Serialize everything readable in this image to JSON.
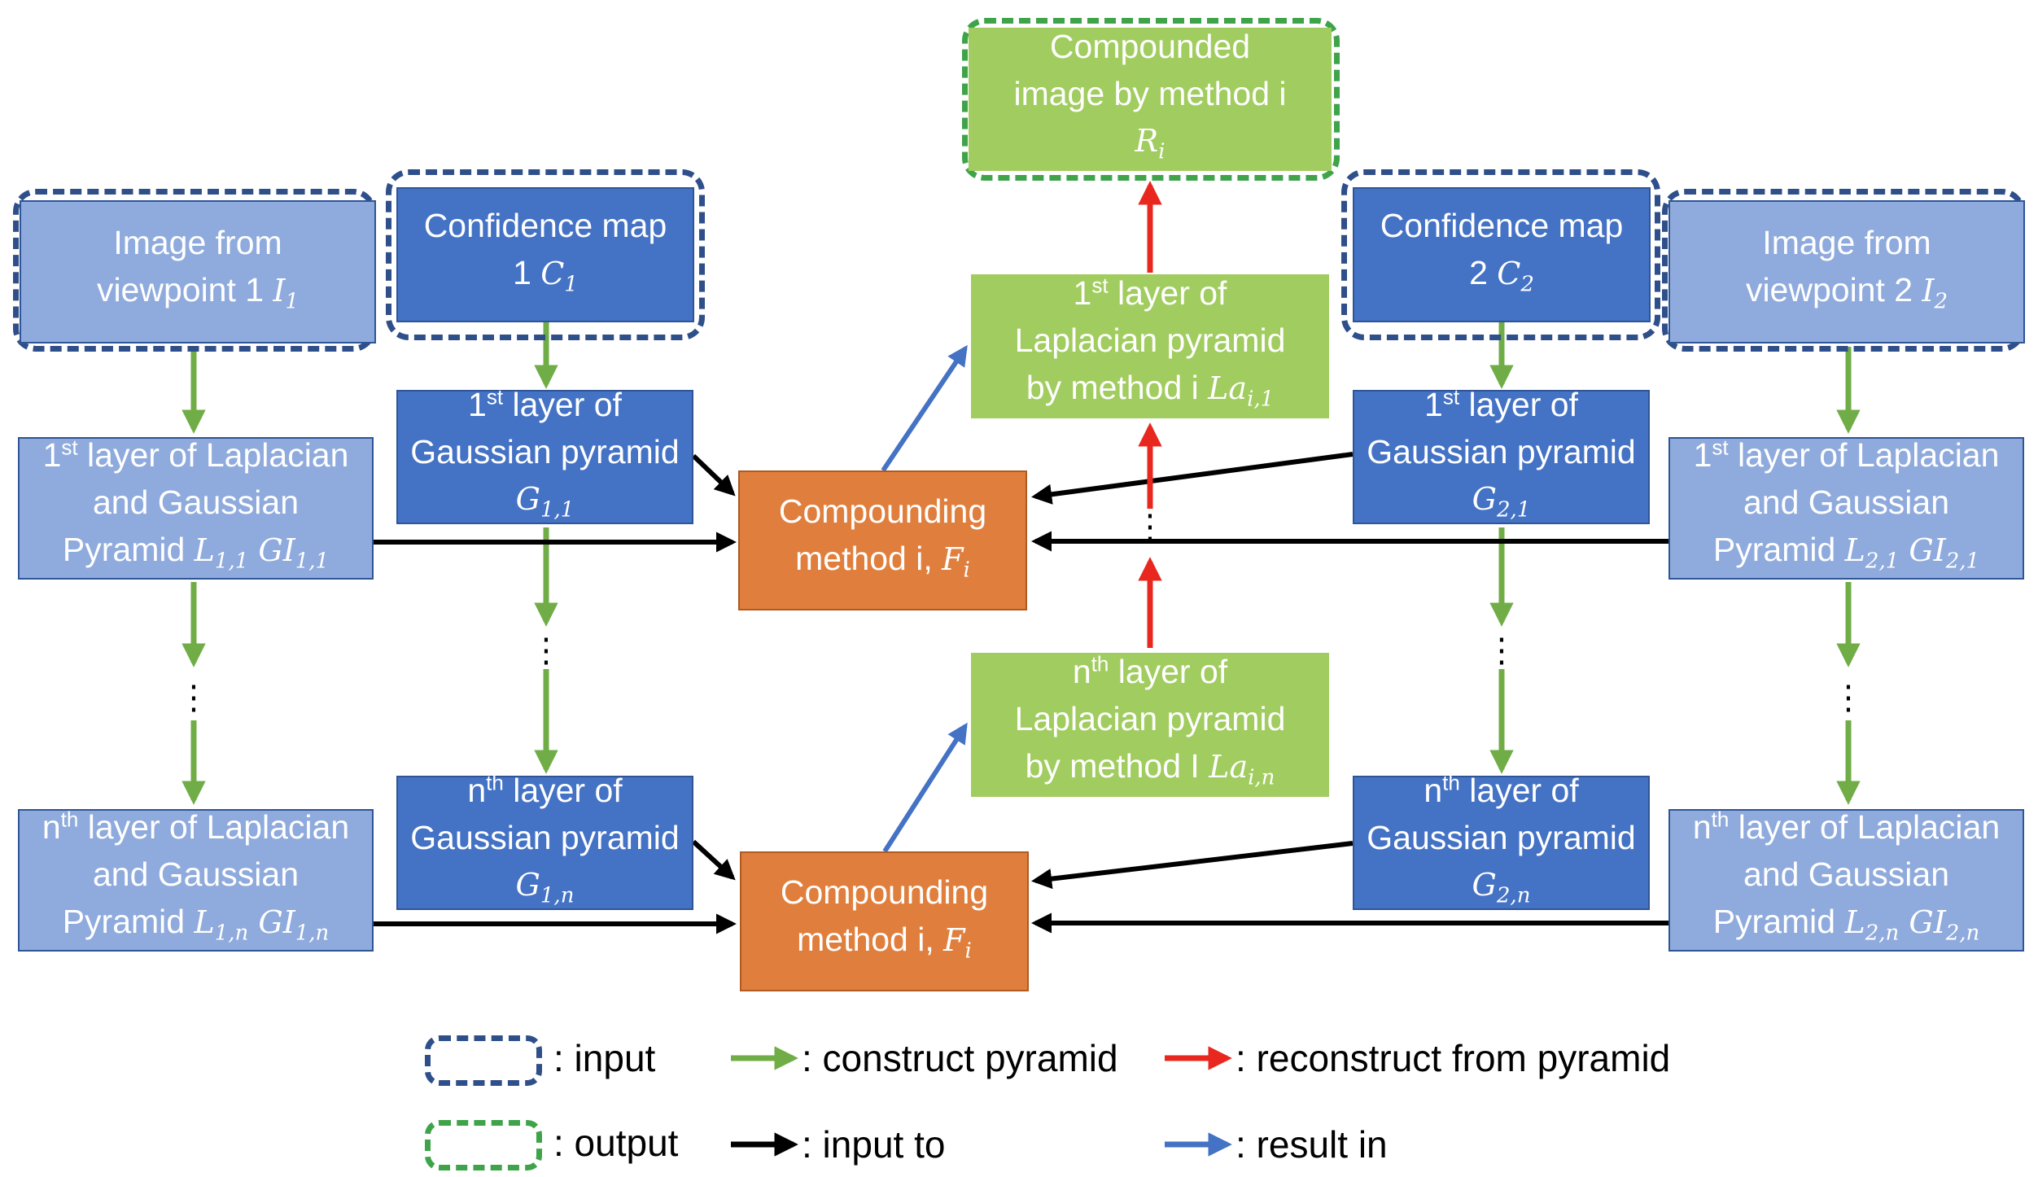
{
  "colors": {
    "light_blue": "#8faadc",
    "dark_blue": "#4472c4",
    "green": "#a1cc5f",
    "orange": "#e07f3d",
    "arrow_green": "#70ad47",
    "arrow_red": "#e8281f",
    "arrow_blue": "#4472c4",
    "arrow_black": "#000000"
  },
  "output": {
    "line1": "Compounded",
    "line2": "image by method i",
    "symbol": "R",
    "sub": "i"
  },
  "left": {
    "image": {
      "line1": "Image from",
      "line2": "viewpoint 1",
      "symbol": "I",
      "sub": "1"
    },
    "confidence": {
      "line1": "Confidence map",
      "line2": "1",
      "symbol": "C",
      "sub": "1"
    },
    "lap1": {
      "prefix": "1",
      "sup": "st",
      "line1_rest": " layer of Laplacian",
      "line2": "and Gaussian",
      "line3": "Pyramid",
      "sym1": "L",
      "sub1": "1,1",
      "sym2": "GI",
      "sub2": "1,1"
    },
    "lapn": {
      "prefix": "n",
      "sup": "th",
      "line1_rest": " layer of Laplacian",
      "line2": "and Gaussian",
      "line3": "Pyramid",
      "sym1": "L",
      "sub1": "1,n",
      "sym2": "GI",
      "sub2": "1,n"
    },
    "gau1": {
      "prefix": "1",
      "sup": "st",
      "line1_rest": " layer of",
      "line2": "Gaussian pyramid",
      "symbol": "G",
      "sub": "1,1"
    },
    "gaun": {
      "prefix": "n",
      "sup": "th",
      "line1_rest": " layer of",
      "line2": "Gaussian pyramid",
      "symbol": "G",
      "sub": "1,n"
    }
  },
  "right": {
    "image": {
      "line1": "Image from",
      "line2": "viewpoint 2",
      "symbol": "I",
      "sub": "2"
    },
    "confidence": {
      "line1": "Confidence map",
      "line2": "2",
      "symbol": "C",
      "sub": "2"
    },
    "lap1": {
      "prefix": "1",
      "sup": "st",
      "line1_rest": " layer of Laplacian",
      "line2": "and Gaussian",
      "line3": "Pyramid",
      "sym1": "L",
      "sub1": "2,1",
      "sym2": "GI",
      "sub2": "2,1"
    },
    "lapn": {
      "prefix": "n",
      "sup": "th",
      "line1_rest": " layer of Laplacian",
      "line2": "and Gaussian",
      "line3": "Pyramid",
      "sym1": "L",
      "sub1": "2,n",
      "sym2": "GI",
      "sub2": "2,n"
    },
    "gau1": {
      "prefix": "1",
      "sup": "st",
      "line1_rest": " layer of",
      "line2": "Gaussian pyramid",
      "symbol": "G",
      "sub": "2,1"
    },
    "gaun": {
      "prefix": "n",
      "sup": "th",
      "line1_rest": " layer of",
      "line2": "Gaussian pyramid",
      "symbol": "G",
      "sub": "2,n"
    }
  },
  "center": {
    "la1": {
      "prefix": "1",
      "sup": "st",
      "line1_rest": " layer of",
      "line2": "Laplacian pyramid",
      "line3": "by method i",
      "symbol": "La",
      "sub": "i,1"
    },
    "lan": {
      "prefix": "n",
      "sup": "th",
      "line1_rest": " layer of",
      "line2": "Laplacian pyramid",
      "line3": "by method I",
      "symbol": "La",
      "sub": "i,n"
    },
    "comp1": {
      "line1": "Compounding",
      "line2": "method i,",
      "symbol": "F",
      "sub": "i"
    },
    "compn": {
      "line1": "Compounding",
      "line2": "method i,",
      "symbol": "F",
      "sub": "i"
    }
  },
  "legend": {
    "input": ": input",
    "output": ": output",
    "construct": ": construct pyramid",
    "input_to": ": input to",
    "reconstruct": ": reconstruct from pyramid",
    "result_in": ": result in"
  }
}
